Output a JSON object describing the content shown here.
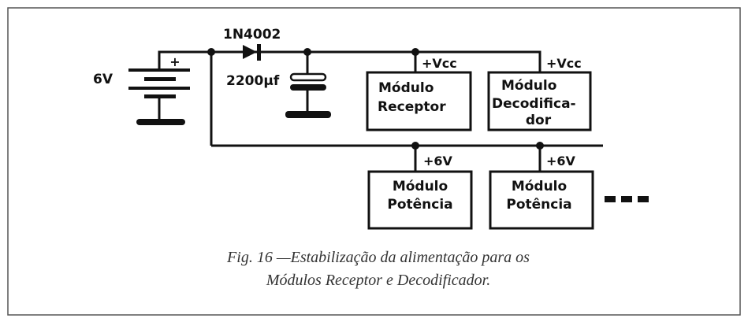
{
  "circuit": {
    "battery_label": "6V",
    "battery_plus": "+",
    "diode_label": "1N4002",
    "capacitor_label": "2200µf",
    "modules_top": [
      {
        "supply": "+Vcc",
        "line1": "Módulo",
        "line2": "Receptor",
        "line3": ""
      },
      {
        "supply": "+Vcc",
        "line1": "Módulo",
        "line2": "Decodifica-",
        "line3": "dor"
      }
    ],
    "modules_bottom": [
      {
        "supply": "+6V",
        "line1": "Módulo",
        "line2": "Potência"
      },
      {
        "supply": "+6V",
        "line1": "Módulo",
        "line2": "Potência"
      }
    ]
  },
  "caption": {
    "line1": "Fig. 16 —Estabilização da alimentação para os",
    "line2": "Módulos Receptor e Decodificador."
  }
}
